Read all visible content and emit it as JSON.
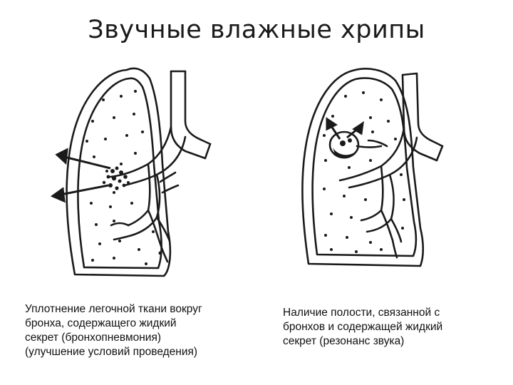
{
  "title": "Звучные влажные хрипы",
  "panels": [
    {
      "caption_lines": [
        "Уплотнение легочной ткани вокруг",
        "бронха, содержащего жидкий",
        "секрет (бронхопневмония)",
        "(улучшение условий проведения)"
      ]
    },
    {
      "caption_lines": [
        "Наличие полости, связанной с",
        "бронхов и содержащей  жидкий",
        "секрет (резонанс звука)"
      ]
    }
  ],
  "colors": {
    "ink": "#1a1a1a",
    "background": "#ffffff"
  }
}
